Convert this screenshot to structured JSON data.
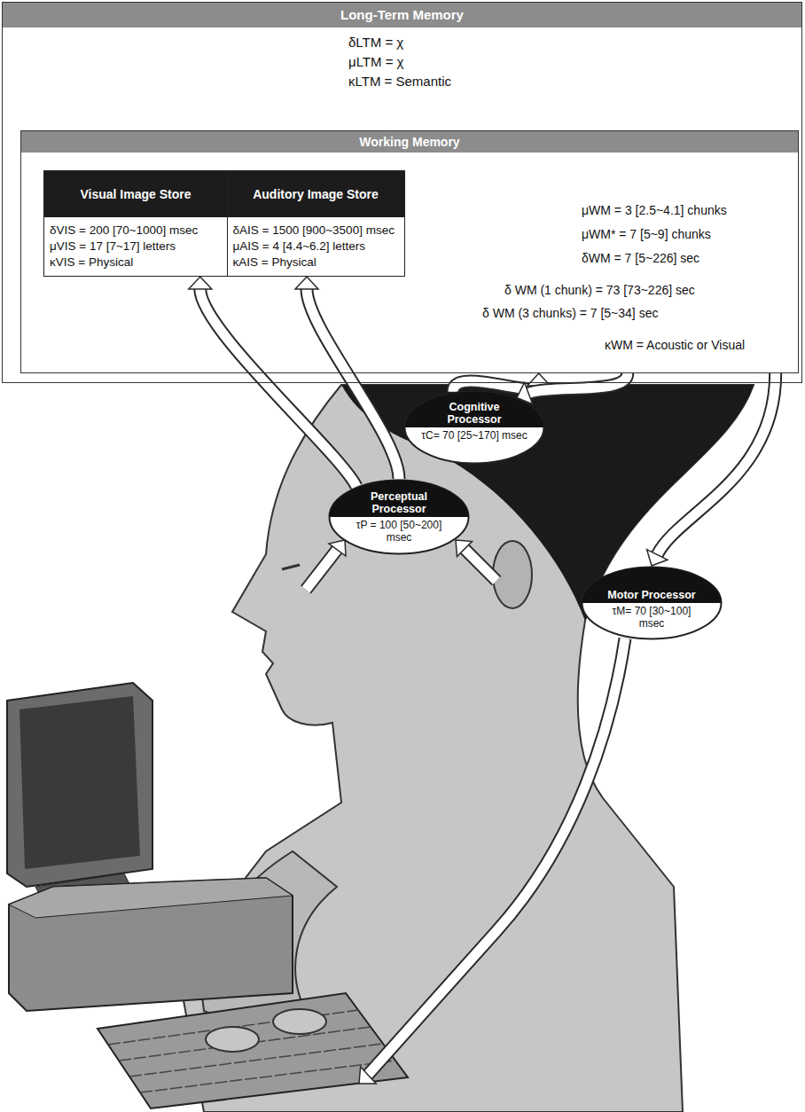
{
  "diagram": {
    "nodes": [
      {
        "text": [
          "Long-Term Memory",
          "δLTM = χ",
          "μLTM = χ",
          "κLTM = Semantic"
        ]
      },
      {
        "text": [
          "Working Memory",
          "μWM = 3 [2.5~4.1] chunks",
          "μWM* = 7 [5~9] chunks",
          "δWM = 7 [5~226] sec",
          "δ WM (1 chunk) = 73 [73~226] sec",
          "δ WM (3 chunks) = 7 [5~34] sec",
          "κWM = Acoustic or Visual"
        ],
        "in": 0
      },
      {
        "text": [
          "Visual Image Store",
          "δVIS = 200 [70~1000] msec",
          "μVIS = 17 [7~17] letters",
          "κVIS = Physical"
        ],
        "in": 1
      },
      {
        "text": [
          "Auditory Image Store",
          "δAIS = 1500 [900~3500] msec",
          "μAIS = 4 [4.4~6.2] letters",
          "κAIS = Physical"
        ],
        "in": 1
      },
      {
        "text": [
          "Cognitive Processor",
          "τC= 70 [25~170] msec"
        ]
      },
      {
        "text": [
          "Perceptual Processor",
          "τP = 100 [50~200] msec"
        ]
      },
      {
        "text": [
          "Motor Processor",
          "τM= 70 [30~100] msec"
        ]
      }
    ],
    "edges": [
      {
        "from": 5,
        "to": 2,
        "arrow": "to"
      },
      {
        "from": 5,
        "to": 3,
        "arrow": "to"
      },
      {
        "from": 4,
        "to": 1,
        "arrow": "to"
      },
      {
        "from": 1,
        "to": 4,
        "arrow": "to"
      },
      {
        "from": 1,
        "to": 6,
        "arrow": "to"
      }
    ]
  }
}
